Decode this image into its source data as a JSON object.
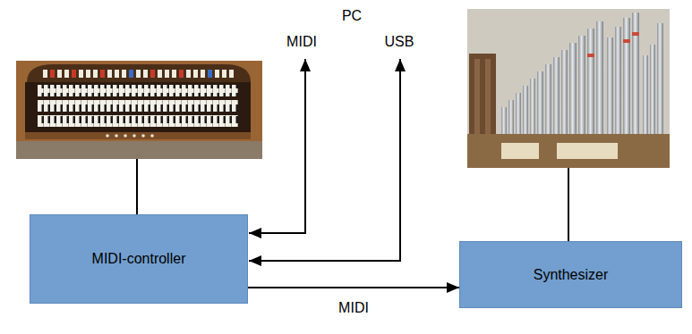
{
  "diagram": {
    "nodes": [
      {
        "text": [
          "MIDI-controller"
        ]
      },
      {
        "text": [
          "Synthesizer"
        ]
      }
    ],
    "edges": [
      {
        "from": 0,
        "to": 1,
        "arrow": "to",
        "label": "MIDI"
      }
    ],
    "labels": [
      "PC",
      "MIDI",
      "USB"
    ]
  }
}
